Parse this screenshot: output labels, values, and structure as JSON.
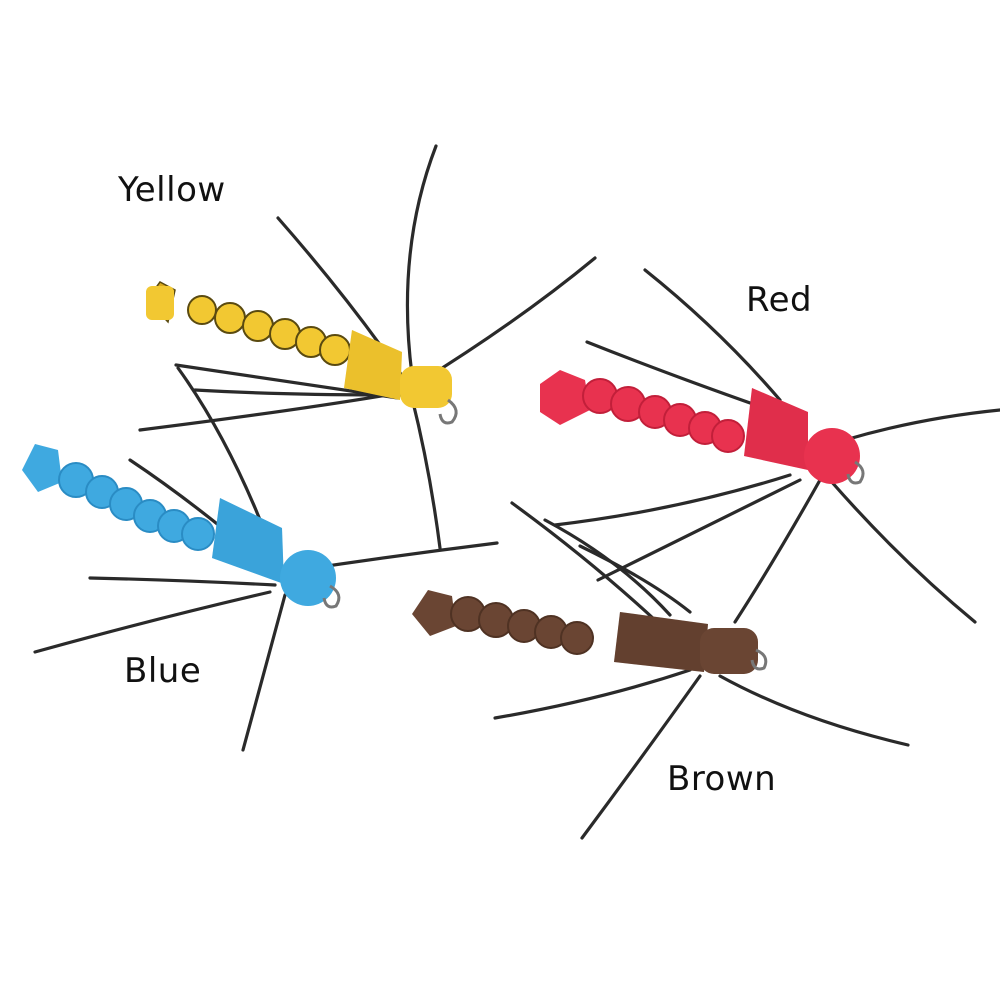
{
  "labels": {
    "yellow": "Yellow",
    "red": "Red",
    "blue": "Blue",
    "brown": "Brown"
  },
  "flies": [
    {
      "name": "yellow",
      "color": "#f2c832",
      "shade": "#d9a81c"
    },
    {
      "name": "red",
      "color": "#e8324f",
      "shade": "#c21f3a"
    },
    {
      "name": "blue",
      "color": "#3fa9e0",
      "shade": "#2a8cc4"
    },
    {
      "name": "brown",
      "color": "#6a4533",
      "shade": "#4f3223"
    }
  ],
  "colors": {
    "background": "#ffffff",
    "legs": "#2a2a2a",
    "hook": "#777777"
  }
}
